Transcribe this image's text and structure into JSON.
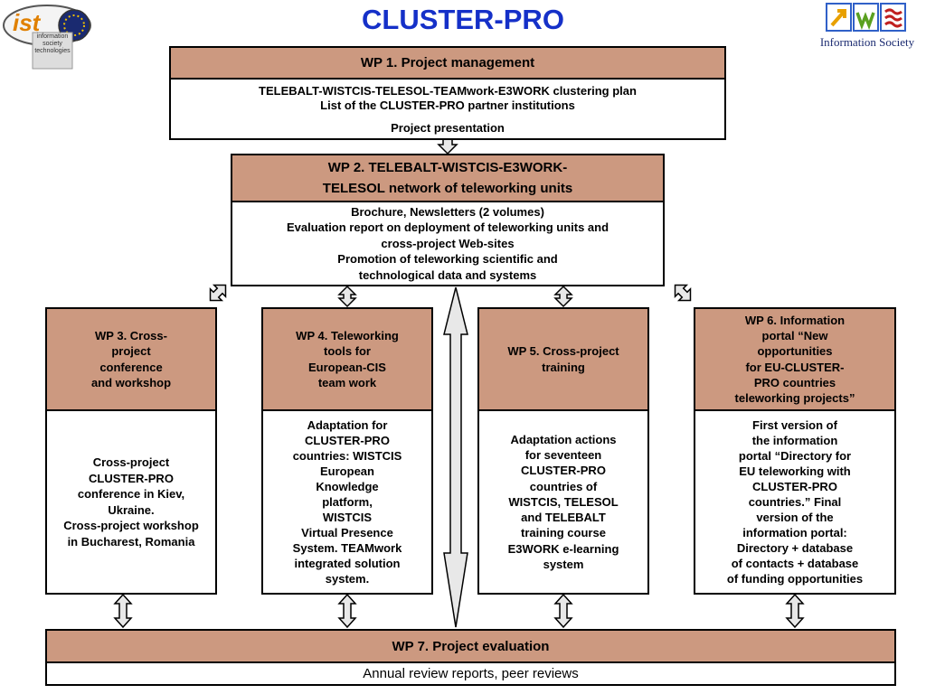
{
  "title": "CLUSTER-PRO",
  "logos": {
    "ist": {
      "text": "ist",
      "caption": [
        "information",
        "society",
        "technologies"
      ]
    },
    "info_society": {
      "caption": "Information Society",
      "colors": [
        "#e8a000",
        "#5aa020",
        "#3060c8",
        "#c02020"
      ]
    }
  },
  "colors": {
    "header_fill": "#cc9980",
    "title": "#1530c8",
    "arrow_fill": "#e8e8e8"
  },
  "wp1": {
    "header": "WP 1. Project management",
    "lines": [
      "TELEBALT-WISTCIS-TELESOL-TEAMwork-E3WORK clustering plan",
      "List of the CLUSTER-PRO partner institutions",
      "Project presentation"
    ]
  },
  "wp2": {
    "header": [
      "WP 2. TELEBALT-WISTCIS-E3WORK-",
      "TELESOL network of teleworking units"
    ],
    "lines": [
      "Brochure, Newsletters (2 volumes)",
      "Evaluation report on deployment of teleworking units and",
      "cross-project Web-sites",
      "Promotion of teleworking scientific and",
      "technological data and systems"
    ]
  },
  "wp3": {
    "header": [
      "WP 3. Cross-",
      "project",
      "conference",
      "and workshop"
    ],
    "lines": [
      "Cross-project",
      "CLUSTER-PRO",
      "conference in Kiev,",
      "Ukraine.",
      "Cross-project workshop",
      "in Bucharest, Romania"
    ]
  },
  "wp4": {
    "header": [
      "WP 4. Teleworking",
      "tools for",
      "European-CIS",
      "team work"
    ],
    "lines": [
      "Adaptation for",
      "CLUSTER-PRO",
      "countries: WISTCIS",
      "European",
      "Knowledge",
      "platform,",
      "WISTCIS",
      "Virtual Presence",
      "System. TEAMwork",
      "integrated solution",
      "system."
    ]
  },
  "wp5": {
    "header": [
      "WP 5. Cross-project",
      "training"
    ],
    "lines": [
      "Adaptation actions",
      "for seventeen",
      "CLUSTER-PRO",
      "countries of",
      "WISTCIS, TELESOL",
      "and TELEBALT",
      "training course",
      "E3WORK e-learning",
      "system"
    ]
  },
  "wp6": {
    "header": [
      "WP 6. Information",
      "portal “New",
      "opportunities",
      "for EU-CLUSTER-",
      "PRO countries",
      "teleworking projects”"
    ],
    "lines": [
      "First version of",
      "the information",
      "portal “Directory for",
      "EU teleworking with",
      "CLUSTER-PRO",
      "countries.” Final",
      "version of the",
      "information portal:",
      "Directory + database",
      "of contacts + database",
      "of funding opportunities"
    ]
  },
  "wp7": {
    "header": "WP 7. Project evaluation",
    "body": "Annual review reports, peer reviews"
  }
}
